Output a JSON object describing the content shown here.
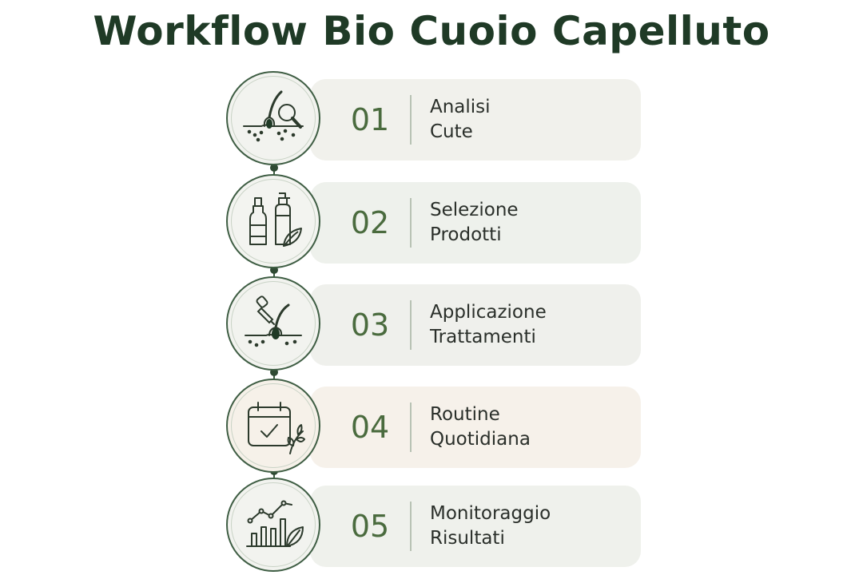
{
  "title": "Workflow Bio Cuoio Capelluto",
  "colors": {
    "title": "#1f3a26",
    "accent": "#4a6b3e",
    "line": "#3f5e44"
  },
  "steps": [
    {
      "number": "01",
      "line1": "Analisi",
      "line2": "Cute",
      "icon": "scalp-magnifier-icon",
      "card_color": "#f1f1ec"
    },
    {
      "number": "02",
      "line1": "Selezione",
      "line2": "Prodotti",
      "icon": "bottles-leaf-icon",
      "card_color": "#eef1ec"
    },
    {
      "number": "03",
      "line1": "Applicazione",
      "line2": "Trattamenti",
      "icon": "dropper-hair-icon",
      "card_color": "#eff0ec"
    },
    {
      "number": "04",
      "line1": "Routine",
      "line2": "Quotidiana",
      "icon": "calendar-check-icon",
      "card_color": "#f6f1ea"
    },
    {
      "number": "05",
      "line1": "Monitoraggio",
      "line2": "Risultati",
      "icon": "chart-leaf-icon",
      "card_color": "#eff1ec"
    }
  ]
}
